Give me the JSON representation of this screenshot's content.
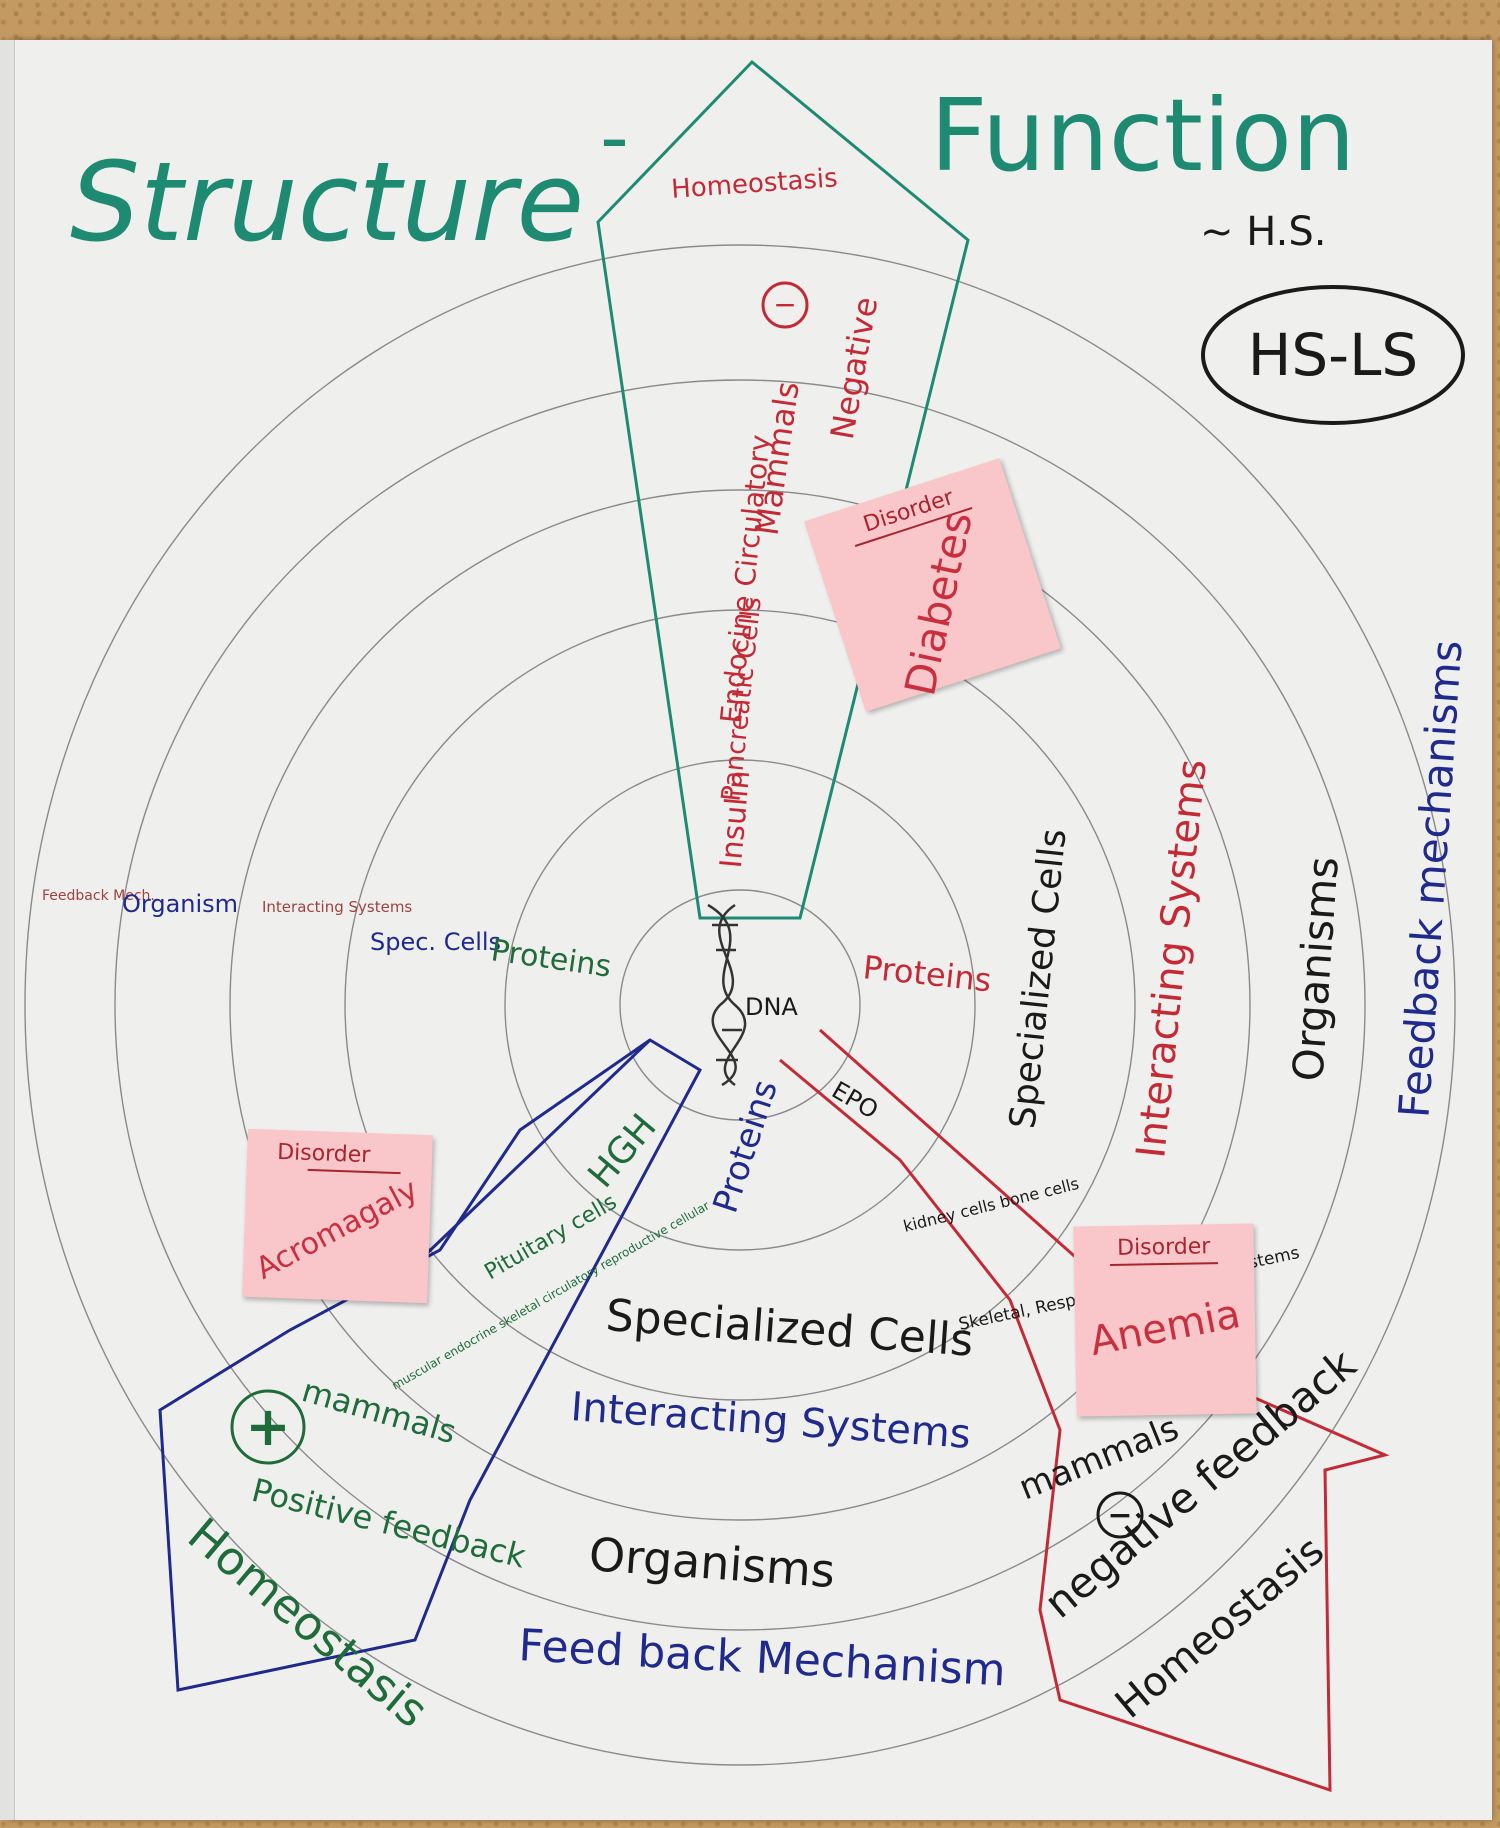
{
  "title": {
    "structure": "Structure",
    "dash": "-",
    "function": "Function",
    "hs": "~ H.S.",
    "code": "HS-LS"
  },
  "center": {
    "dna": "DNA"
  },
  "left_axis": {
    "feedback_mech": "Feedback Mech.",
    "organism": "Organism",
    "interacting_systems": "Interacting Systems",
    "spec_cells": "Spec. Cells",
    "proteins": "Proteins"
  },
  "right_axis": {
    "proteins": "Proteins",
    "specialized_cells": "Specialized Cells",
    "interacting_systems": "Interacting Systems",
    "organisms": "Organisms",
    "feedback_mechanisms": "Feedback mechanisms"
  },
  "bottom_axis": {
    "proteins": "Proteins",
    "specialized_cells": "Specialized Cells",
    "interacting_systems": "Interacting Systems",
    "organisms": "Organisms",
    "feedback_mechanism": "Feed back Mechanism"
  },
  "top_wedge": {
    "insulin": "Insulin",
    "pancreatic_cells": "Pancreatic Cells",
    "endocrine_circulatory": "Endocine Circulatory",
    "mammals": "Mammals",
    "negative_symbol": "−",
    "negative": "Negative",
    "homeostasis": "Homeostasis"
  },
  "left_wedge": {
    "hgh": "HGH",
    "pituitary_cells": "Pituitary cells",
    "systems": "muscular endocrine skeletal circulatory reproductive cellular",
    "mammals": "mammals",
    "positive_symbol": "+",
    "positive_feedback": "Positive feedback",
    "homeostasis": "Homeostasis"
  },
  "right_wedge": {
    "epo": "EPO",
    "kidney_cells": "kidney cells bone cells",
    "systems": "Skeletal, Respir. Excretory, Circ. Systems",
    "mammals": "mammals",
    "negative_symbol": "−",
    "negative_feedback": "negative feedback",
    "homeostasis": "Homeostasis"
  },
  "sticky_notes": [
    {
      "header": "Disorder",
      "body": "Diabetes"
    },
    {
      "header": "Disorder",
      "body": "Acromagaly"
    },
    {
      "header": "Disorder",
      "body": "Anemia"
    }
  ],
  "colors": {
    "teal": "#1e8a72",
    "red": "#c42a36",
    "navy": "#1f2a8c",
    "green": "#1f6b3a",
    "black": "#1a1a1a",
    "ring": "#8a8a8a",
    "note": "#f9c6c9"
  }
}
